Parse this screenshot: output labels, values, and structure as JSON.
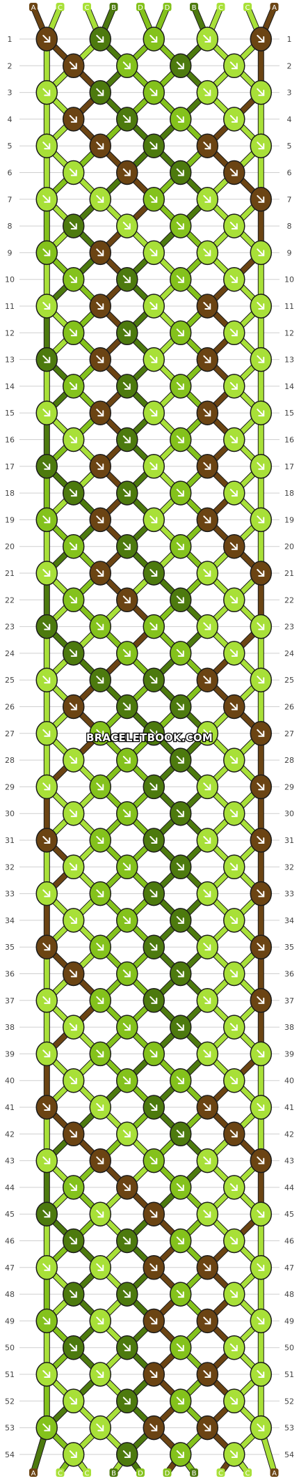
{
  "pattern": {
    "rows": 54,
    "strings": 10,
    "string_letters": [
      "A",
      "C",
      "C",
      "B",
      "D",
      "D",
      "B",
      "C",
      "C",
      "A"
    ],
    "colors": {
      "A": "#6b4413",
      "B": "#4d7a0e",
      "C": "#a8e038",
      "D": "#84c21c"
    },
    "knot_glyph": "arrow-down-right-icon",
    "watermark": "BRACELETBOOK.COM"
  }
}
